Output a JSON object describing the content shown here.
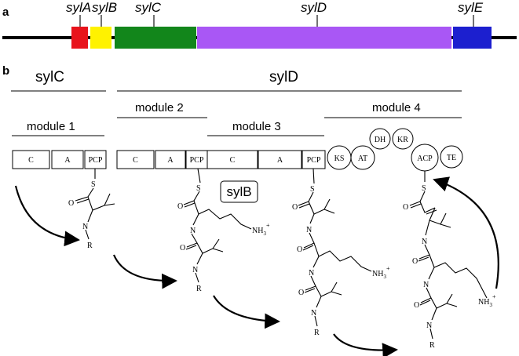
{
  "panel_a": {
    "label": "a",
    "genes": [
      {
        "name": "sylA",
        "color": "#e8131c"
      },
      {
        "name": "sylB",
        "color": "#fff200"
      },
      {
        "name": "sylC",
        "color": "#12861b"
      },
      {
        "name": "sylD",
        "color": "#a957f5"
      },
      {
        "name": "sylE",
        "color": "#1c1fcf"
      }
    ]
  },
  "panel_b": {
    "label": "b",
    "proteins": {
      "sylC": "sylC",
      "sylD": "sylD"
    },
    "modules": {
      "m1": "module 1",
      "m2": "module 2",
      "m3": "module 3",
      "m4": "module 4"
    },
    "domains": {
      "c": "C",
      "a": "A",
      "pcp": "PCP",
      "ks": "KS",
      "at": "AT",
      "dh": "DH",
      "kr": "KR",
      "acp": "ACP",
      "te": "TE"
    },
    "sylb_box": "sylB",
    "chem": {
      "s": "S",
      "o": "O",
      "n": "N",
      "r": "R",
      "nh3": "NH",
      "sub3": "3",
      "plus": "+"
    }
  }
}
